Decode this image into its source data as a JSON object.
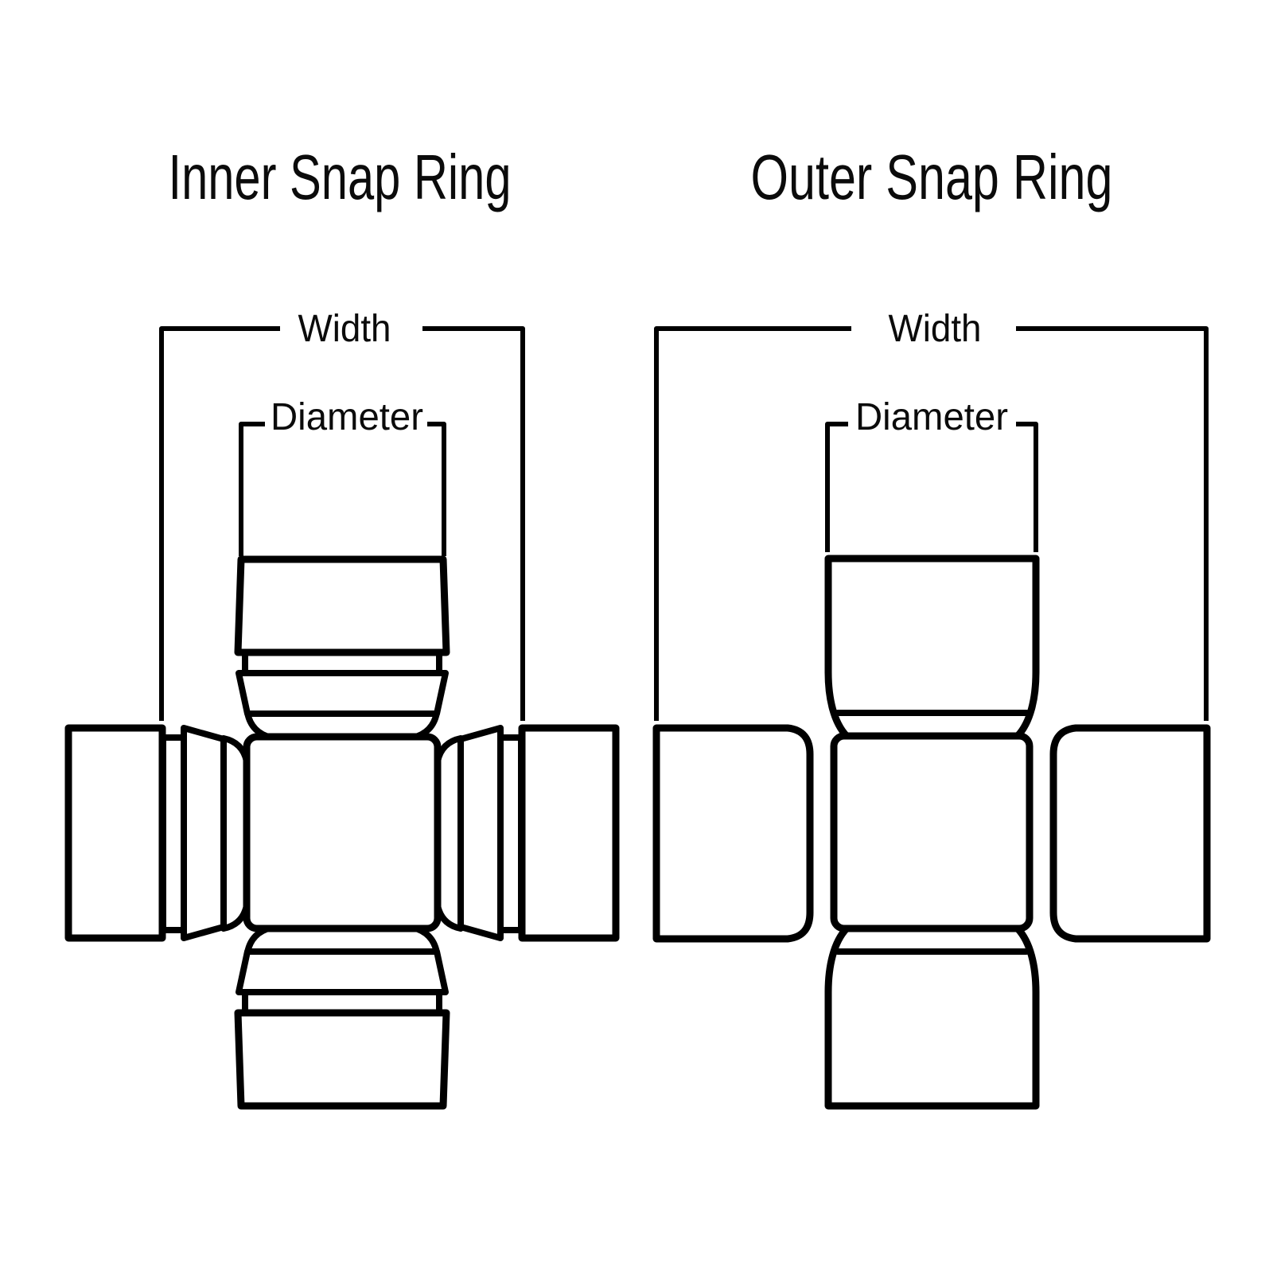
{
  "page": {
    "background": "#ffffff",
    "line_color": "#000000",
    "text_color": "#0b0b0b"
  },
  "diagrams": {
    "inner": {
      "title": "Inner Snap Ring",
      "width_label": "Width",
      "diameter_label": "Diameter"
    },
    "outer": {
      "title": "Outer Snap Ring",
      "width_label": "Width",
      "diameter_label": "Diameter"
    }
  }
}
